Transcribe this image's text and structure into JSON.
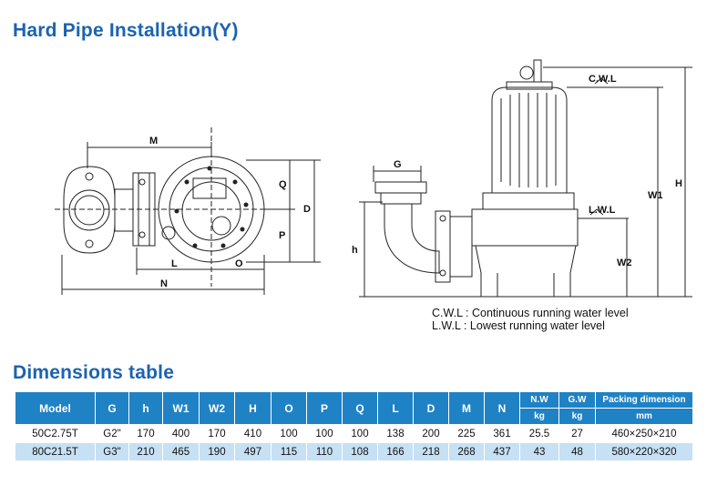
{
  "titles": {
    "installation": "Hard Pipe Installation(Y)",
    "dimensions": "Dimensions table"
  },
  "drawing_labels": {
    "M": "M",
    "L": "L",
    "O": "O",
    "N": "N",
    "Q": "Q",
    "P": "P",
    "D": "D",
    "G": "G",
    "h": "h",
    "cwl": "C.W.L",
    "lwl": "L.W.L",
    "W1": "W1",
    "W2": "W2",
    "H": "H"
  },
  "legend": {
    "cwl": "C.W.L : Continuous running water level",
    "lwl": "L.W.L :  Lowest running water level"
  },
  "table": {
    "headers": [
      "Model",
      "G",
      "h",
      "W1",
      "W2",
      "H",
      "O",
      "P",
      "Q",
      "L",
      "D",
      "M",
      "N"
    ],
    "nw_label": "N.W",
    "gw_label": "G.W",
    "packing_label": "Packing dimension",
    "nw_unit": "kg",
    "gw_unit": "kg",
    "packing_unit": "mm",
    "rows": [
      [
        "50C2.75T",
        "G2\"",
        "170",
        "400",
        "170",
        "410",
        "100",
        "100",
        "100",
        "138",
        "200",
        "225",
        "361",
        "25.5",
        "27",
        "460×250×210"
      ],
      [
        "80C21.5T",
        "G3\"",
        "210",
        "465",
        "190",
        "497",
        "115",
        "110",
        "108",
        "166",
        "218",
        "268",
        "437",
        "43",
        "48",
        "580×220×320"
      ]
    ]
  }
}
